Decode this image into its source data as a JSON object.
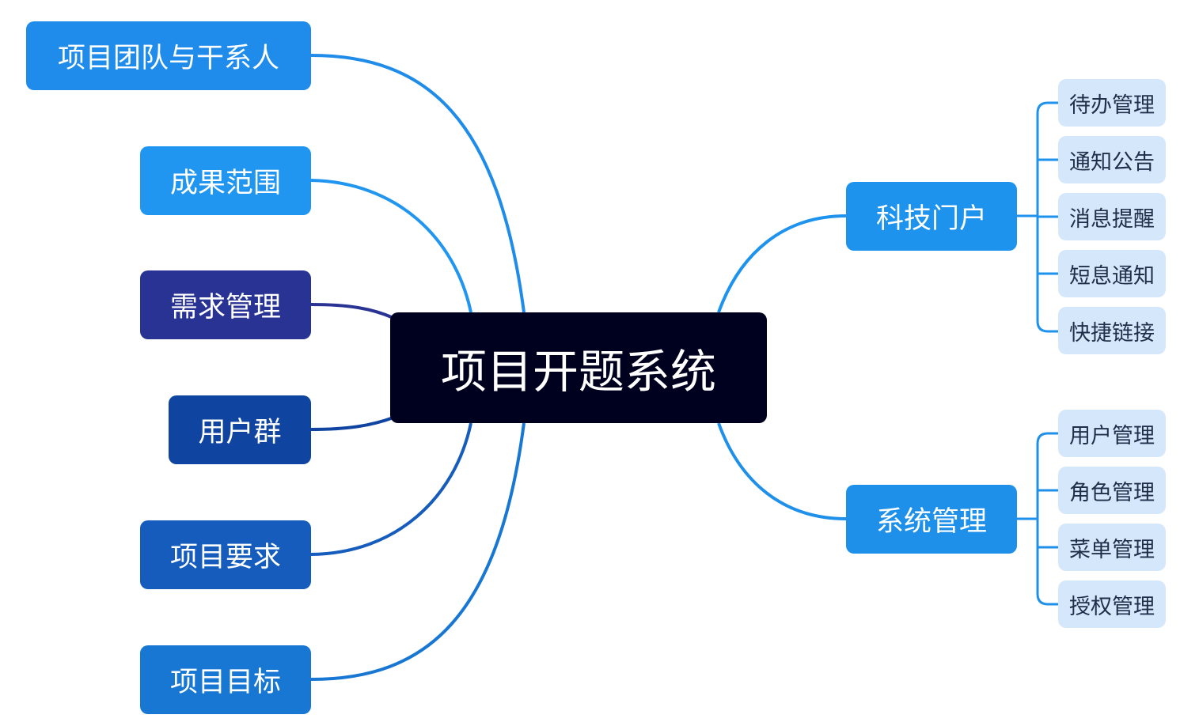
{
  "colors": {
    "root_bg": "#00001f",
    "portal_bg": "#1e93ee",
    "sys_bg": "#1f90ea",
    "team_bg": "#1f8bea",
    "scope_bg": "#2096f1",
    "req_bg": "#283394",
    "users_bg": "#0f45a1",
    "projreq_bg": "#155cbd",
    "goal_bg": "#1777d3",
    "leaf_bg": "#d5e8fb",
    "leaf_text": "#1f2f49",
    "line_blue": "#1f8cea",
    "line_dark": "#283394",
    "line_darkblue": "#0f45a1",
    "line_mid": "#155cbd",
    "line_goal": "#1777d3"
  },
  "root": {
    "label": "项目开题系统"
  },
  "left_nodes": [
    {
      "label": "项目团队与干系人"
    },
    {
      "label": "成果范围"
    },
    {
      "label": "需求管理"
    },
    {
      "label": "用户群"
    },
    {
      "label": "项目要求"
    },
    {
      "label": "项目目标"
    }
  ],
  "right_nodes": [
    {
      "label": "科技门户",
      "children": [
        "待办管理",
        "通知公告",
        "消息提醒",
        "短息通知",
        "快捷链接"
      ]
    },
    {
      "label": "系统管理",
      "children": [
        "用户管理",
        "角色管理",
        "菜单管理",
        "授权管理"
      ]
    }
  ]
}
